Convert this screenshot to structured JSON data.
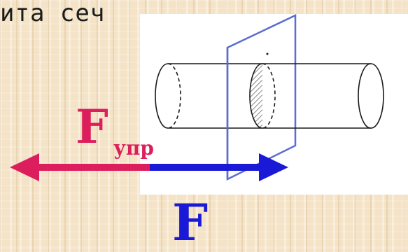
{
  "heading": {
    "text": "ита сеч"
  },
  "labels": {
    "elastic_force_main": "F",
    "elastic_force_sub": "упр",
    "applied_force": "F"
  },
  "colors": {
    "elastic_force": "#dc1f5c",
    "applied_force": "#1a1ad6",
    "section_plane": "#5a6ed0",
    "cylinder_outline": "#1a1a1a"
  }
}
